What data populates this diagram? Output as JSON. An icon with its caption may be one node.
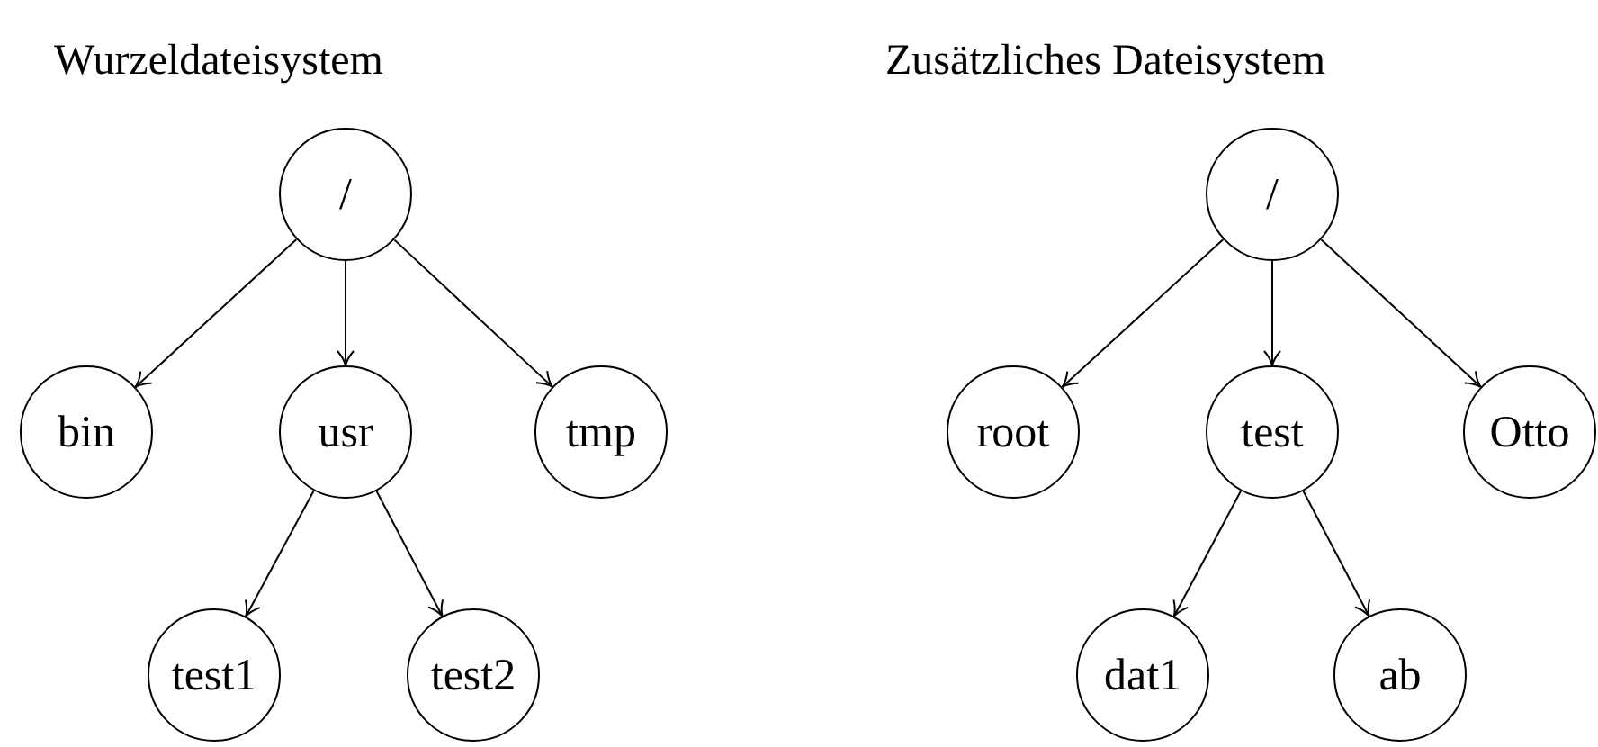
{
  "diagram": {
    "nodes": [
      {
        "text": [
          "/"
        ]
      },
      {
        "text": [
          "bin"
        ]
      },
      {
        "text": [
          "usr"
        ]
      },
      {
        "text": [
          "tmp"
        ]
      },
      {
        "text": [
          "test1"
        ]
      },
      {
        "text": [
          "test2"
        ]
      },
      {
        "text": [
          "/"
        ]
      },
      {
        "text": [
          "root"
        ]
      },
      {
        "text": [
          "test"
        ]
      },
      {
        "text": [
          "Otto"
        ]
      },
      {
        "text": [
          "dat1"
        ]
      },
      {
        "text": [
          "ab"
        ]
      }
    ],
    "edges": [
      {
        "from": 0,
        "to": 1,
        "arrow": "to"
      },
      {
        "from": 0,
        "to": 2,
        "arrow": "to"
      },
      {
        "from": 0,
        "to": 3,
        "arrow": "to"
      },
      {
        "from": 2,
        "to": 4,
        "arrow": "to"
      },
      {
        "from": 2,
        "to": 5,
        "arrow": "to"
      },
      {
        "from": 6,
        "to": 7,
        "arrow": "to"
      },
      {
        "from": 6,
        "to": 8,
        "arrow": "to"
      },
      {
        "from": 6,
        "to": 9,
        "arrow": "to"
      },
      {
        "from": 8,
        "to": 10,
        "arrow": "to"
      },
      {
        "from": 8,
        "to": 11,
        "arrow": "to"
      }
    ],
    "labels": [
      "Wurzeldateisystem",
      "Zusätzliches Dateisystem"
    ]
  }
}
